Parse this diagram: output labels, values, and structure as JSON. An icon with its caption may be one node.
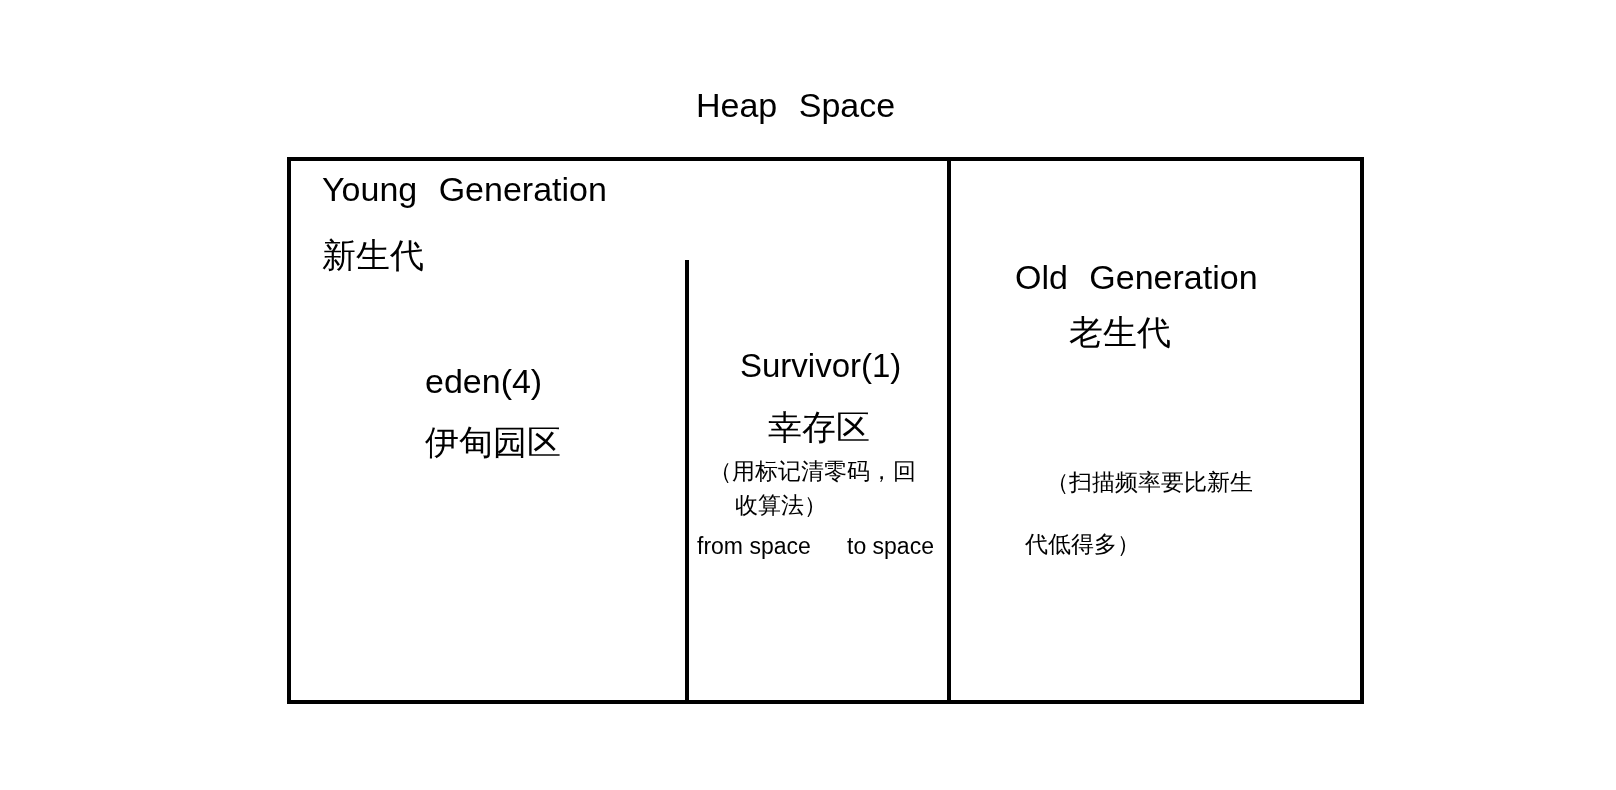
{
  "diagram": {
    "nodes": [
      {
        "text": [
          "Heap Space"
        ]
      },
      {
        "text": [
          "Young Generation",
          "新生代"
        ],
        "in": 0
      },
      {
        "text": [
          "eden(4)",
          "伊甸园区"
        ],
        "in": 1
      },
      {
        "text": [
          "Survivor(1)",
          "幸存区",
          "（用标记清零码，回收算法）",
          "from space",
          "to space"
        ],
        "in": 1
      },
      {
        "text": [
          "Old Generation",
          "老生代",
          "（扫描频率要比新生代低得多）"
        ],
        "in": 0
      }
    ]
  }
}
